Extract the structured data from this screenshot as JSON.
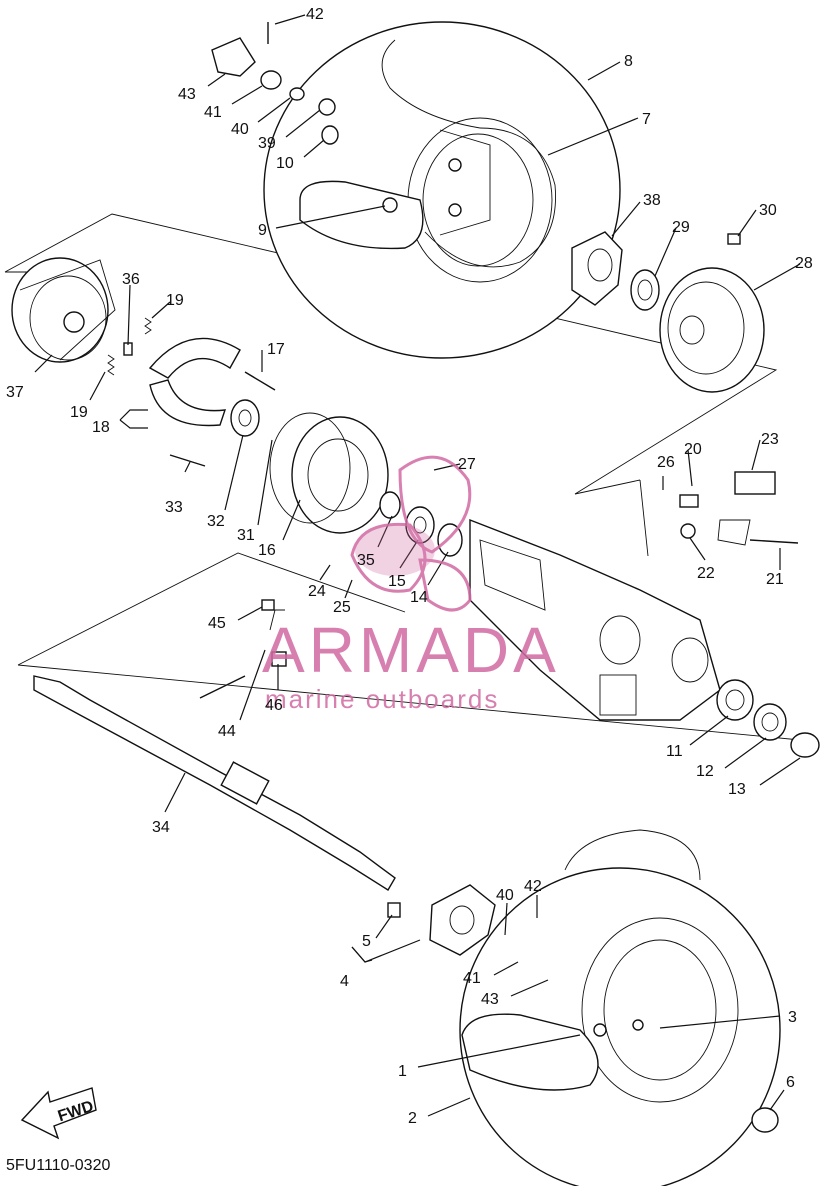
{
  "diagram": {
    "code": "5FU1110-0320",
    "fwd_label": "FWD",
    "watermark": {
      "brand": "ARMADA",
      "tagline": "marine outboards",
      "color": "#d16aa3"
    },
    "callouts": {
      "c1": "1",
      "c2": "2",
      "c3": "3",
      "c4": "4",
      "c5": "5",
      "c6": "6",
      "c7": "7",
      "c8": "8",
      "c9": "9",
      "c10": "10",
      "c11": "11",
      "c12": "12",
      "c13": "13",
      "c14": "14",
      "c15": "15",
      "c16": "16",
      "c17": "17",
      "c18": "18",
      "c19": "19",
      "c20": "20",
      "c21": "21",
      "c22": "22",
      "c23": "23",
      "c24": "24",
      "c25": "25",
      "c26": "26",
      "c27": "27",
      "c28": "28",
      "c29": "29",
      "c30": "30",
      "c31": "31",
      "c32": "32",
      "c33": "33",
      "c34": "34",
      "c35": "35",
      "c36": "36",
      "c37": "37",
      "c38": "38",
      "c39": "39",
      "c40": "40",
      "c41": "41",
      "c42": "42",
      "c43": "43",
      "c44": "44",
      "c45": "45",
      "c46": "46"
    }
  }
}
